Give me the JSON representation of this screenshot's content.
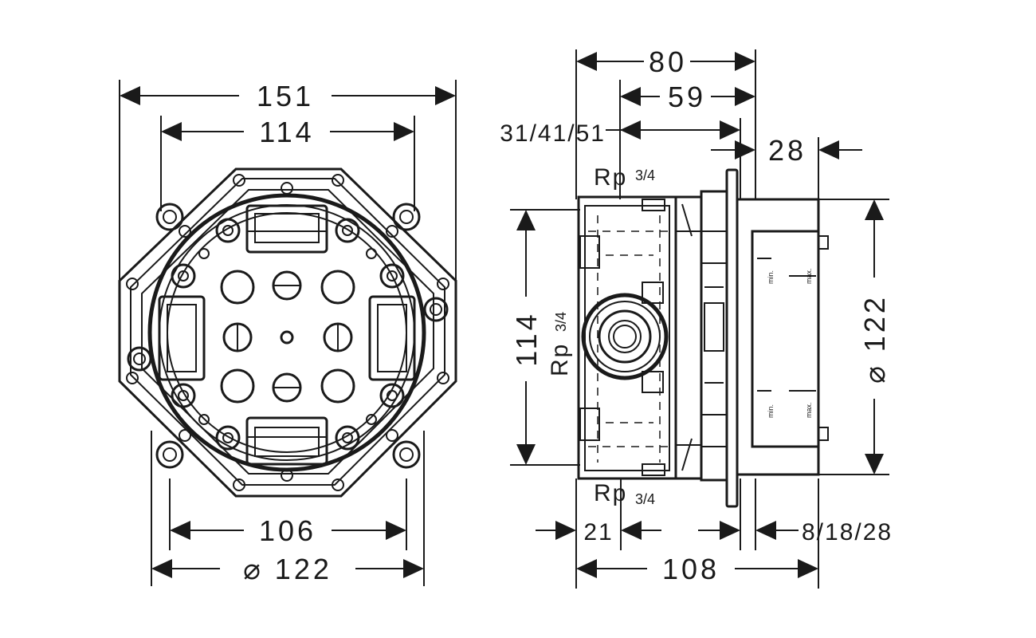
{
  "front_view": {
    "dims": {
      "overall_width": "151",
      "inner_width": "114",
      "mount_spacing": "106",
      "diameter": "⌀ 122"
    }
  },
  "side_view": {
    "dims": {
      "depth_total": "80",
      "depth_mid": "59",
      "depth_range": "31/41/51",
      "plate": "28",
      "height": "114",
      "diameter": "⌀ 122",
      "front_offset": "21",
      "rear_range": "8/18/28",
      "total_length": "108"
    },
    "thread_top": "Rp",
    "thread_top_frac": "3/4",
    "thread_side": "Rp",
    "thread_side_frac": "3/4",
    "thread_bottom": "Rp",
    "thread_bottom_frac": "3/4",
    "min_label": "min.",
    "max_label": "max."
  }
}
